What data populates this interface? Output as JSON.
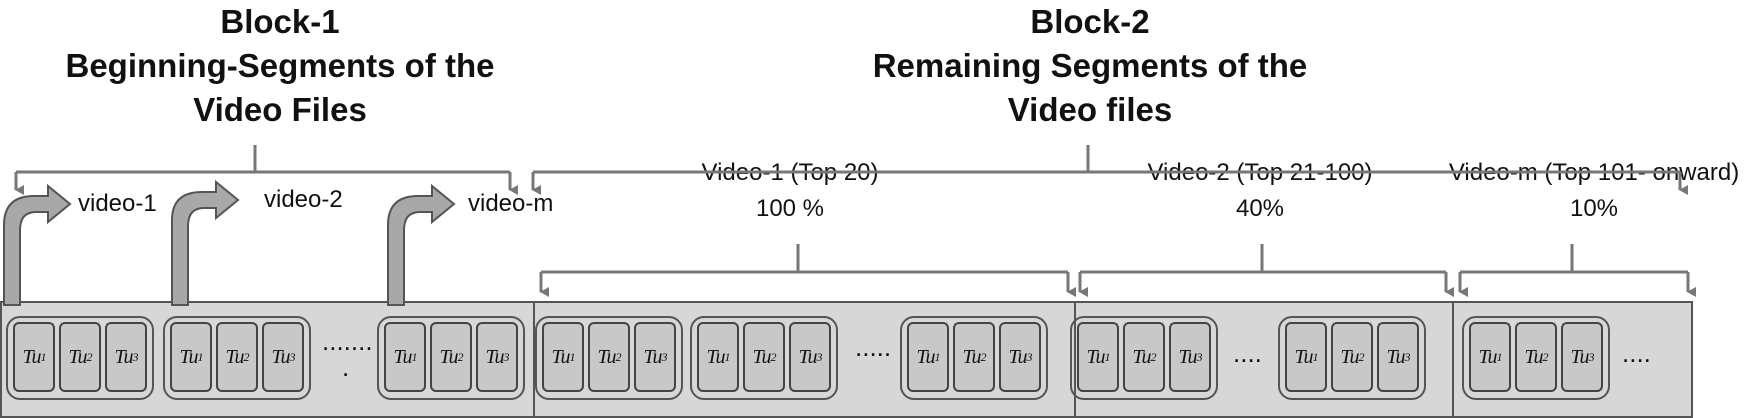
{
  "block1": {
    "title": "Block-1",
    "line2": "Beginning-Segments of the",
    "line3": "Video Files"
  },
  "block2": {
    "title": "Block-2",
    "line2": "Remaining Segments of the",
    "line3": "Video files"
  },
  "arrows": {
    "v1": "video-1",
    "v2": "video-2",
    "vm": "video-m"
  },
  "groups": {
    "g1": {
      "name": "Video-1 (Top 20)",
      "pct": "100 %"
    },
    "g2": {
      "name": "Video-2 (Top 21-100)",
      "pct": "40%"
    },
    "gm": {
      "name": "Video-m (Top 101- onward)",
      "pct": "10%"
    }
  },
  "cell_base": "Tu",
  "cell_subs": [
    "1",
    "2",
    "3"
  ],
  "dots": {
    "d1": ".......",
    "d1b": ".",
    "d2": ".....",
    "d3": "....",
    "d4": "...."
  },
  "colors": {
    "line": "#777777",
    "fill": "#d7d7d7",
    "cell": "#c8c8c8",
    "arrow": "#999999"
  }
}
